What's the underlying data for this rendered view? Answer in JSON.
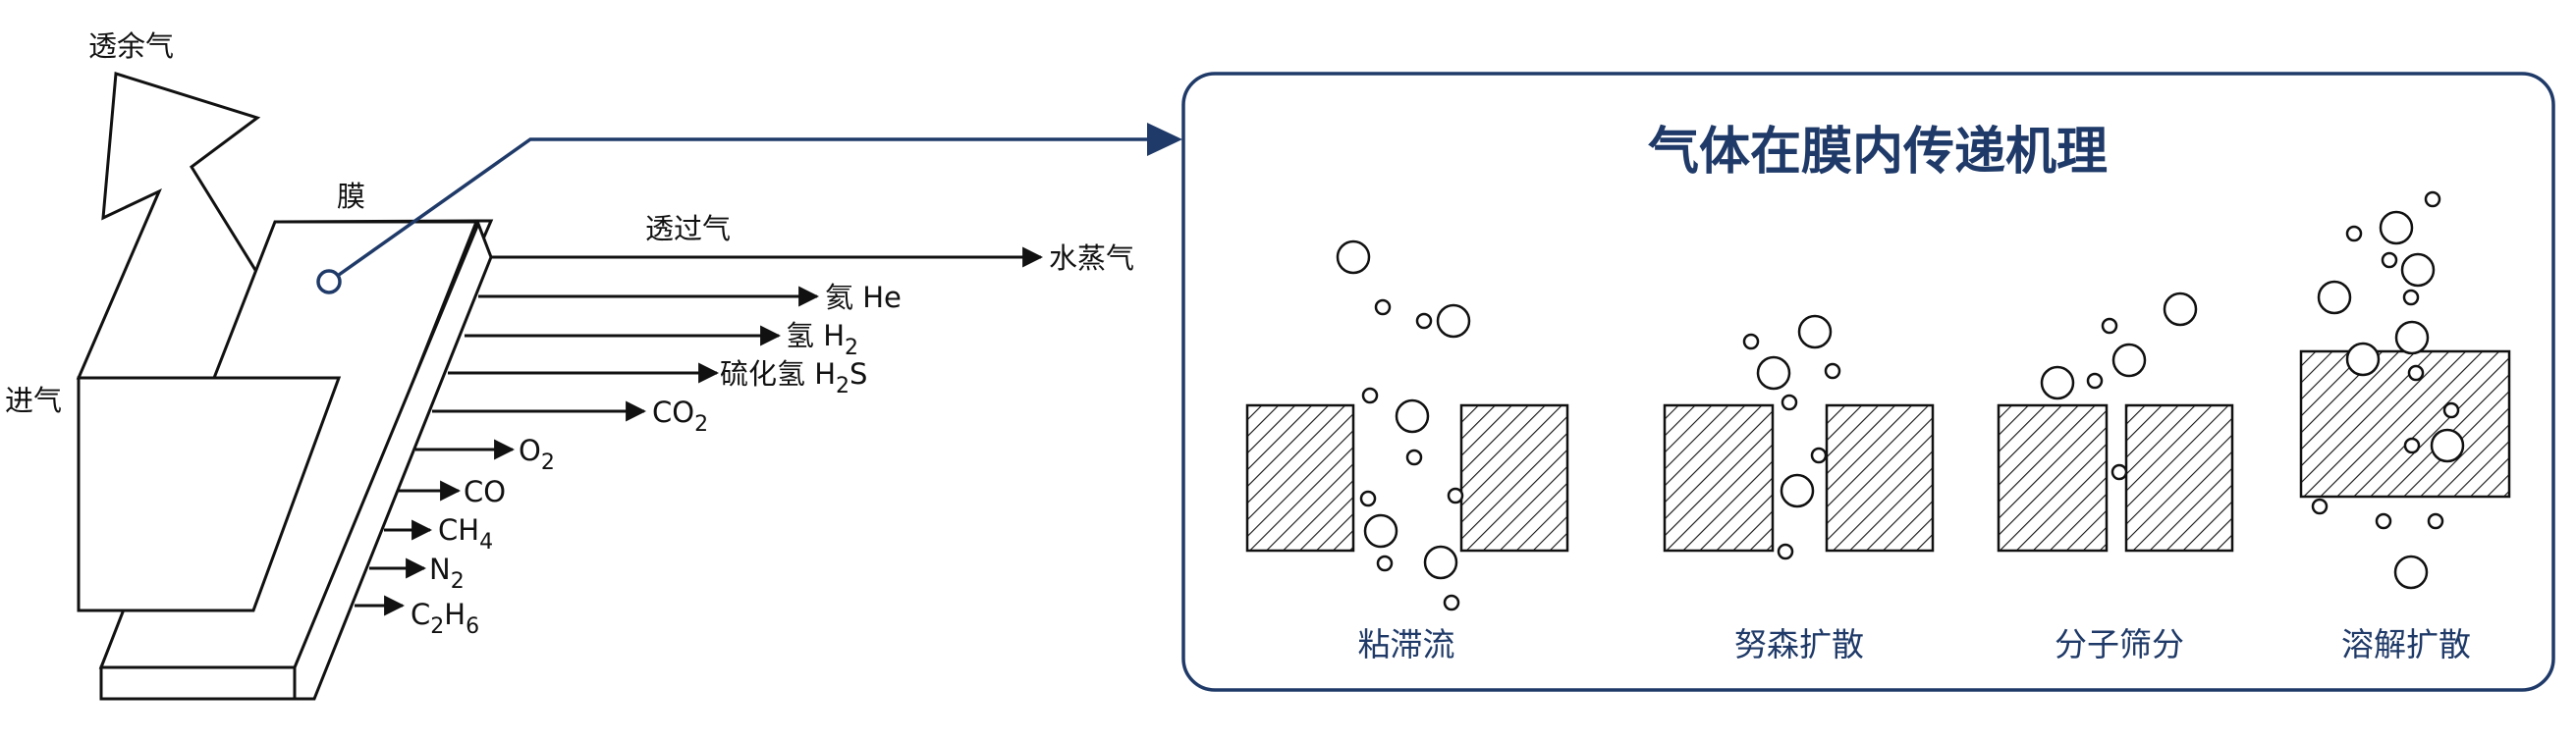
{
  "labels": {
    "retentate": "透余气",
    "membrane": "膜",
    "permeate": "透过气",
    "feed": "进气"
  },
  "gases": [
    {
      "id": "h2o",
      "text": "水蒸气",
      "sub": "",
      "tail": ""
    },
    {
      "id": "he",
      "text": "氦 He",
      "sub": "",
      "tail": ""
    },
    {
      "id": "h2",
      "text": "氢 H",
      "sub": "2",
      "tail": ""
    },
    {
      "id": "h2s",
      "text": "硫化氢 H",
      "sub": "2",
      "tail": "S"
    },
    {
      "id": "co2",
      "text": "CO",
      "sub": "2",
      "tail": ""
    },
    {
      "id": "o2",
      "text": "O",
      "sub": "2",
      "tail": ""
    },
    {
      "id": "co",
      "text": "CO",
      "sub": "",
      "tail": ""
    },
    {
      "id": "ch4",
      "text": "CH",
      "sub": "4",
      "tail": ""
    },
    {
      "id": "n2",
      "text": "N",
      "sub": "2",
      "tail": ""
    },
    {
      "id": "c2h6",
      "text": "C",
      "sub": "2",
      "tail": "H",
      "sub2": "6"
    }
  ],
  "panel": {
    "title": "气体在膜内传递机理",
    "mechanisms": [
      "粘滞流",
      "努森扩散",
      "分子筛分",
      "溶解扩散"
    ]
  },
  "colors": {
    "accent": "#1f3a68",
    "ink": "#111111"
  }
}
